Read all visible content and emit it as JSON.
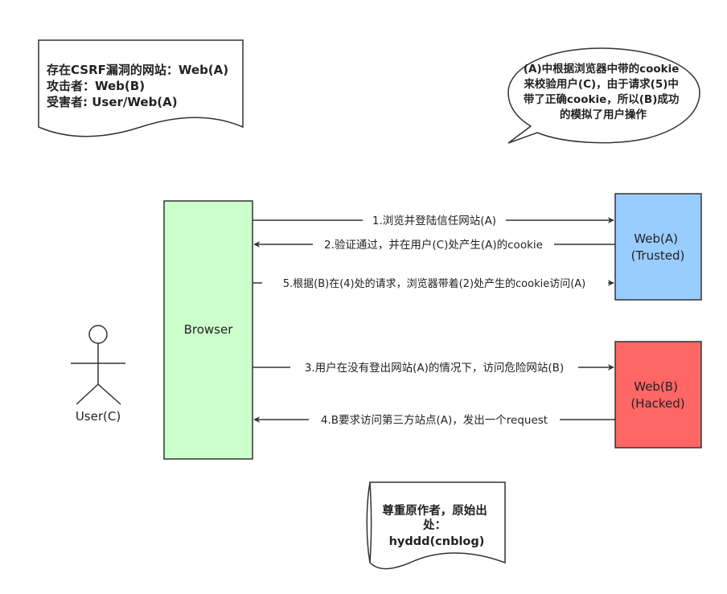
{
  "notes": {
    "site_info": {
      "lines": [
        "存在CSRF漏洞的网站：Web(A)",
        "攻击者：Web(B)",
        "受害者:  User/Web(A)"
      ]
    },
    "explanation": {
      "lines": [
        "(A)中根据浏览器中带的cookie",
        "来校验用户(C)，由于请求(5)中",
        "带了正确cookie，所以(B)成功",
        "的模拟了用户操作"
      ]
    },
    "credit": {
      "lines": [
        "尊重原作者，原始出",
        "处：",
        "hyddd(cnblog)"
      ]
    }
  },
  "nodes": {
    "browser": {
      "label": "Browser",
      "fill": "#ccffcc"
    },
    "web_a": {
      "lines": [
        "Web(A)",
        "(Trusted)"
      ],
      "fill": "#99ccff"
    },
    "web_b": {
      "lines": [
        "Web(B)",
        "(Hacked)"
      ],
      "fill": "#ff6666"
    },
    "user": {
      "label": "User(C)"
    }
  },
  "edges": {
    "e1": {
      "label": "1.浏览并登陆信任网站(A)"
    },
    "e2": {
      "label": "2.验证通过，并在用户(C)处产生(A)的cookie"
    },
    "e5": {
      "label": "5.根据(B)在(4)处的请求，浏览器带着(2)处产生的cookie访问(A)"
    },
    "e3": {
      "label": "3.用户在没有登出网站(A)的情况下，访问危险网站(B)"
    },
    "e4": {
      "label": "4.B要求访问第三方站点(A)，发出一个request"
    }
  },
  "colors": {
    "stroke": "#333333",
    "text": "#222222",
    "label_bg": "#ffffff"
  }
}
